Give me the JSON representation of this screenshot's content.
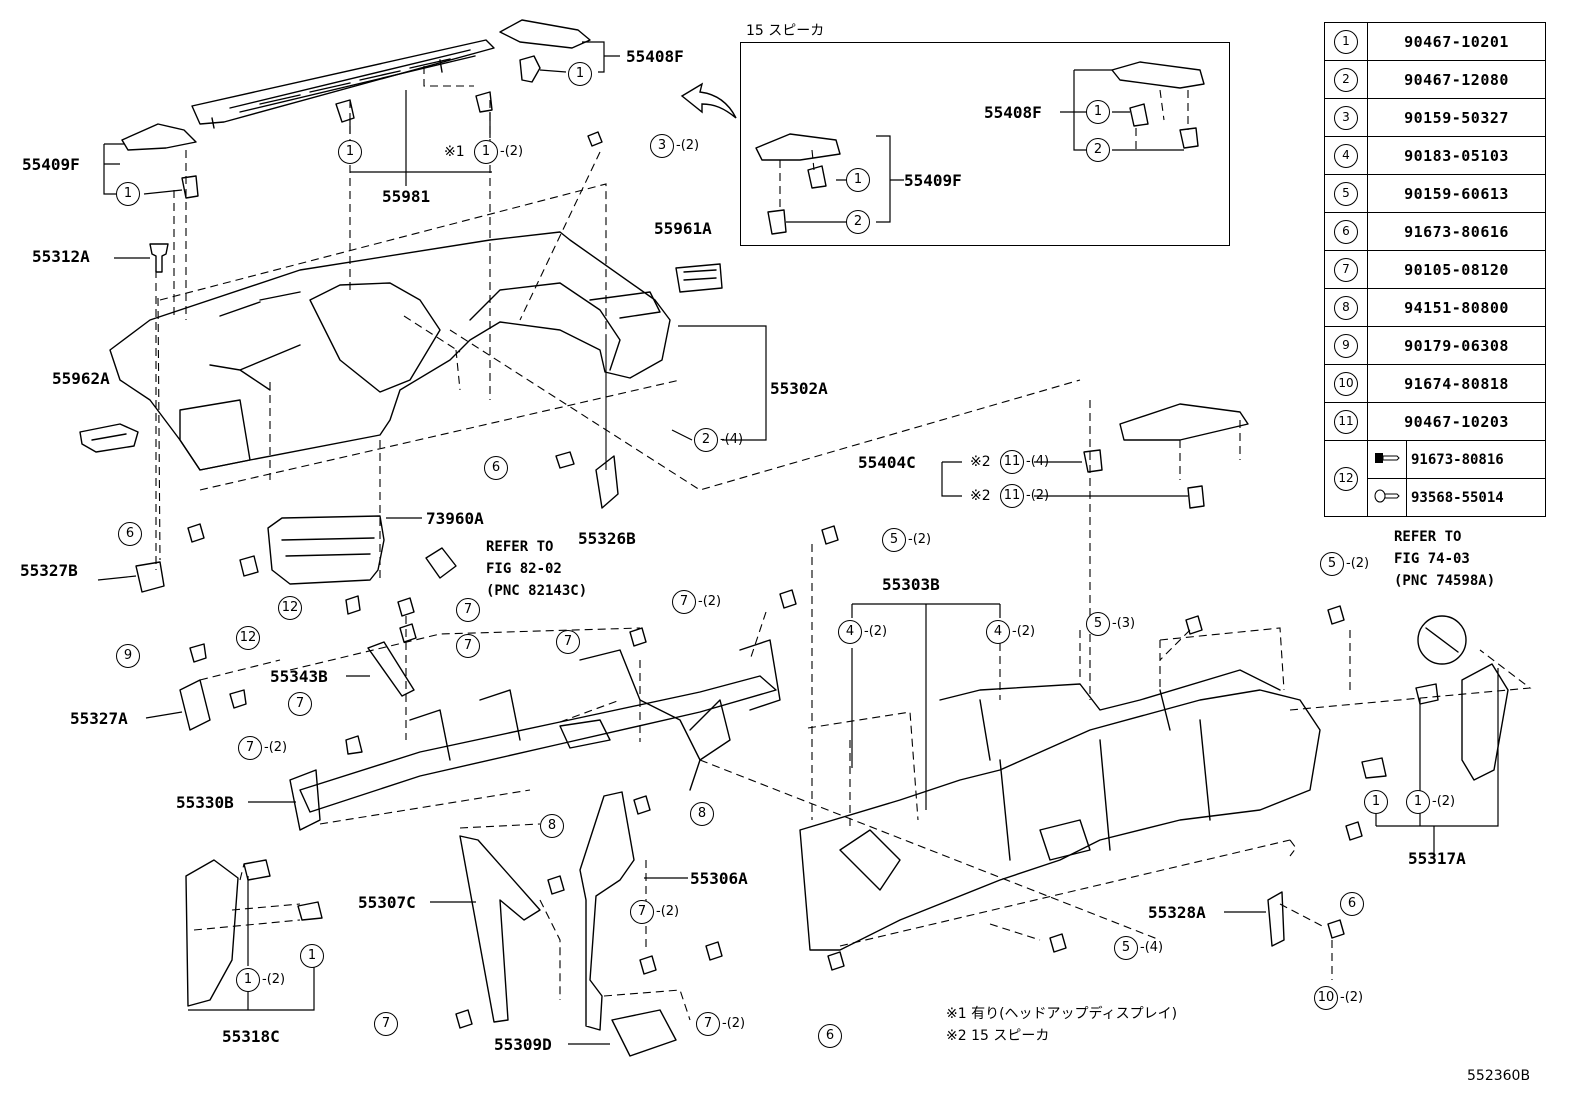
{
  "inset": {
    "title": "15 スピーカ"
  },
  "parts_table": [
    {
      "num": "1",
      "pn": "90467-10201"
    },
    {
      "num": "2",
      "pn": "90467-12080"
    },
    {
      "num": "3",
      "pn": "90159-50327"
    },
    {
      "num": "4",
      "pn": "90183-05103"
    },
    {
      "num": "5",
      "pn": "90159-60613"
    },
    {
      "num": "6",
      "pn": "91673-80616"
    },
    {
      "num": "7",
      "pn": "90105-08120"
    },
    {
      "num": "8",
      "pn": "94151-80800"
    },
    {
      "num": "9",
      "pn": "90179-06308"
    },
    {
      "num": "10",
      "pn": "91674-80818"
    },
    {
      "num": "11",
      "pn": "90467-10203"
    }
  ],
  "parts_table_last": {
    "num": "12",
    "pn_a": "91673-80816",
    "pn_b": "93568-55014"
  },
  "part_labels": {
    "p55408F": "55408F",
    "p55409F": "55409F",
    "p55981": "55981",
    "p55312A": "55312A",
    "p55961A": "55961A",
    "p55962A": "55962A",
    "p55302A": "55302A",
    "p55404C": "55404C",
    "p55327B": "55327B",
    "p73960A": "73960A",
    "p55326B": "55326B",
    "p55303B": "55303B",
    "p55343B": "55343B",
    "p55327A": "55327A",
    "p55330B": "55330B",
    "p55306A": "55306A",
    "p55307C": "55307C",
    "p55318C": "55318C",
    "p55309D": "55309D",
    "p55317A": "55317A",
    "p55328A": "55328A",
    "inset55408F": "55408F",
    "inset55409F": "55409F"
  },
  "refer_a": "REFER TO\nFIG 82-02\n(PNC 82143C)",
  "refer_b": "REFER TO\nFIG 74-03\n(PNC 74598A)",
  "notes": {
    "n1": "※1 有り(ヘッドアップディスプレイ)",
    "n2": "※2 15 スピーカ"
  },
  "marks": {
    "m1": "※1",
    "m2a": "※2",
    "m2b": "※2"
  },
  "qty": {
    "q2": "-(2)",
    "q4": "-(4)",
    "q3": "-(3)"
  },
  "diagram_id": "552360B"
}
